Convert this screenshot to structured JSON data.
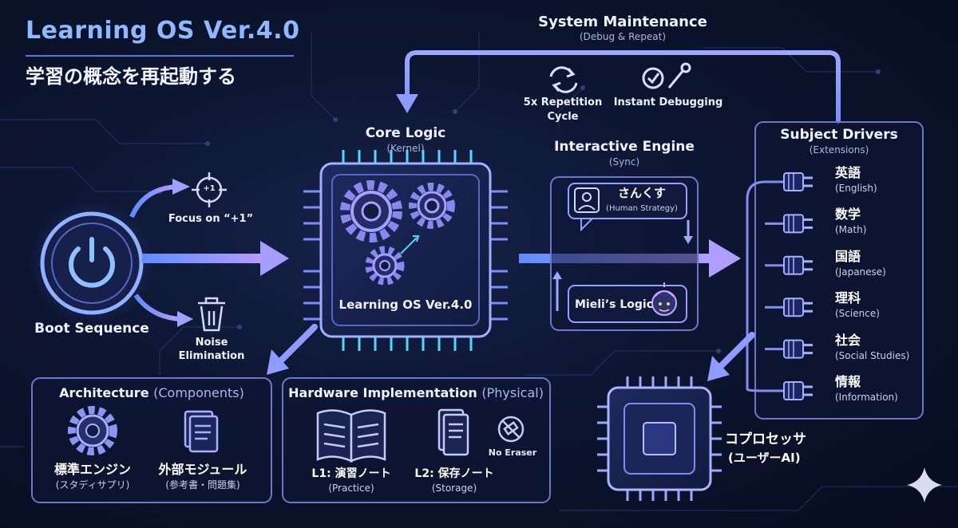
{
  "title": "Learning OS Ver.4.0",
  "subtitle": "学習の概念を再起動する",
  "system_maintenance": {
    "title": "System Maintenance",
    "subtitle": "(Debug & Repeat)",
    "items": [
      {
        "icon": "repeat-cycle-icon",
        "label_line1": "5x Repetition",
        "label_line2": "Cycle"
      },
      {
        "icon": "debug-wrench-icon",
        "label_line1": "Instant Debugging",
        "label_line2": ""
      }
    ]
  },
  "core": {
    "title": "Core Logic",
    "subtitle": "(Kernel)",
    "chip_label": "Learning OS Ver.4.0"
  },
  "boot": {
    "label": "Boot Sequence",
    "focus_badge": "+1",
    "focus_label": "Focus on “+1”",
    "noise_line1": "Noise",
    "noise_line2": "Elimination"
  },
  "interactive": {
    "title": "Interactive Engine",
    "subtitle": "(Sync)",
    "human_name": "さんくす",
    "human_sub": "(Human Strategy)",
    "ai_label": "Mieli’s Logic"
  },
  "drivers": {
    "title": "Subject Drivers",
    "subtitle": "(Extensions)",
    "items": [
      {
        "jp": "英語",
        "en": "(English)"
      },
      {
        "jp": "数学",
        "en": "(Math)"
      },
      {
        "jp": "国語",
        "en": "(Japanese)"
      },
      {
        "jp": "理科",
        "en": "(Science)"
      },
      {
        "jp": "社会",
        "en": "(Social Studies)"
      },
      {
        "jp": "情報",
        "en": "(Information)"
      }
    ]
  },
  "architecture": {
    "title": "Architecture",
    "title_paren": "(Components)",
    "items": [
      {
        "jp": "標準エンジン",
        "sub": "(スタディサプリ)"
      },
      {
        "jp": "外部モジュール",
        "sub": "(参考書・問題集)"
      }
    ]
  },
  "hardware": {
    "title": "Hardware Implementation",
    "title_paren": "(Physical)",
    "items": [
      {
        "label": "L1: 演習ノート",
        "sub": "(Practice)"
      },
      {
        "label": "L2: 保存ノート",
        "sub": "(Storage)"
      }
    ],
    "no_eraser": "No Eraser"
  },
  "coprocessor": {
    "line1": "コプロセッサ",
    "line2": "(ユーザーAI)"
  },
  "colors": {
    "background": "#0a1226",
    "accent_blue": "#8fb8ff",
    "accent_purple": "#9b8cff",
    "outline": "#6a78c9"
  }
}
